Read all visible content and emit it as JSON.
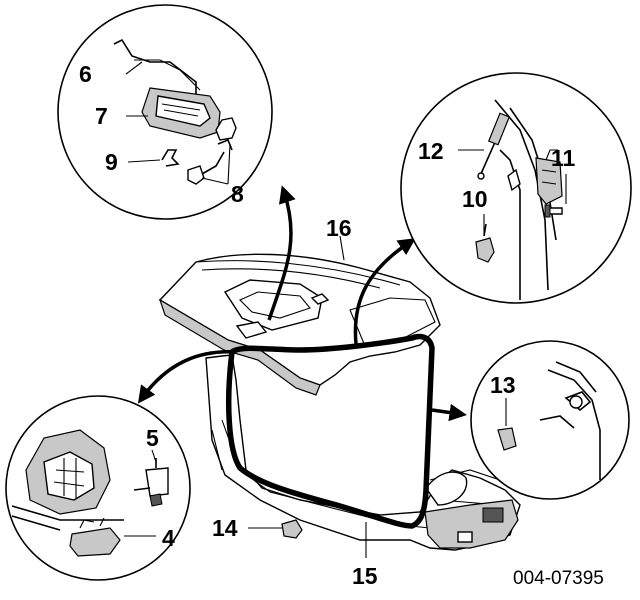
{
  "callouts": {
    "c1": "6",
    "c2": "7",
    "c3": "9",
    "c4": "8",
    "c5": "12",
    "c6": "11",
    "c7": "10",
    "c8": "16",
    "c9": "13",
    "c10": "5",
    "c11": "4",
    "c12": "14",
    "c13": "15"
  },
  "figure_code": "004-07395",
  "colors": {
    "line": "#000000",
    "shade": "#c8c8c8",
    "background": "#ffffff"
  }
}
